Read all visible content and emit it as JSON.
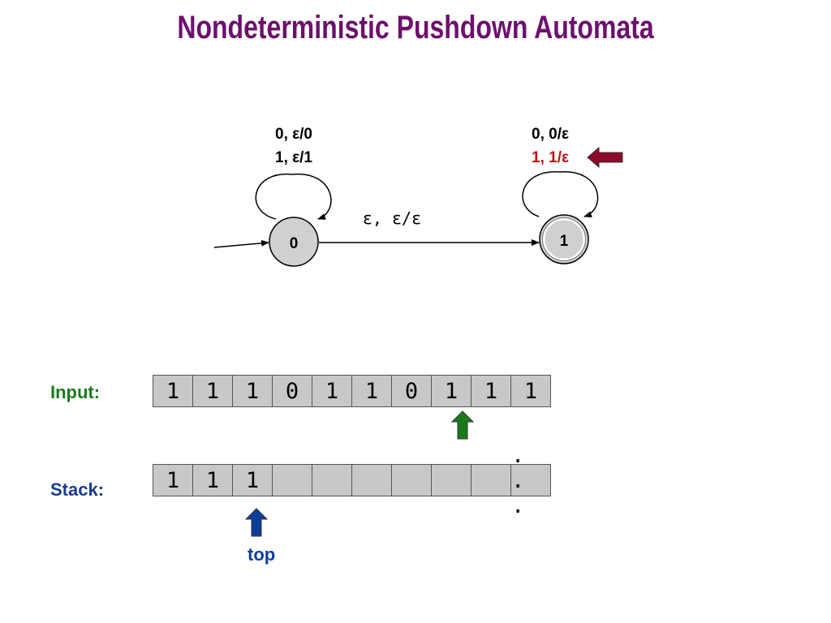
{
  "title": "Nondeterministic Pushdown Automata",
  "states": [
    {
      "id": "0",
      "label": "0",
      "start": true,
      "accepting": false
    },
    {
      "id": "1",
      "label": "1",
      "start": false,
      "accepting": true
    }
  ],
  "transitions": {
    "loop0": {
      "line1": "0, ε/0",
      "line2": "1, ε/1"
    },
    "loop1": {
      "line1": "0, 0/ε",
      "line2": "1, 1/ε"
    },
    "edge01": "ε, ε/ε"
  },
  "input": {
    "label": "Input:",
    "cells": [
      "1",
      "1",
      "1",
      "0",
      "1",
      "1",
      "0",
      "1",
      "1",
      "1"
    ],
    "head_index": 7
  },
  "stack": {
    "label": "Stack:",
    "cells": [
      "1",
      "1",
      "1",
      "",
      "",
      "",
      "",
      "",
      "",
      ". . ."
    ],
    "top_index": 2,
    "top_label": "top"
  },
  "colors": {
    "title": "#6d0f6d",
    "highlight_transition": "#b81414",
    "current_arrow": "#8b0a2a",
    "input_label": "#1a7a1a",
    "input_head_arrow": "#1a7a1a",
    "stack_label": "#1a3a8c",
    "stack_top_arrow": "#0c3d9a",
    "state_fill": "#d0d0d0"
  }
}
